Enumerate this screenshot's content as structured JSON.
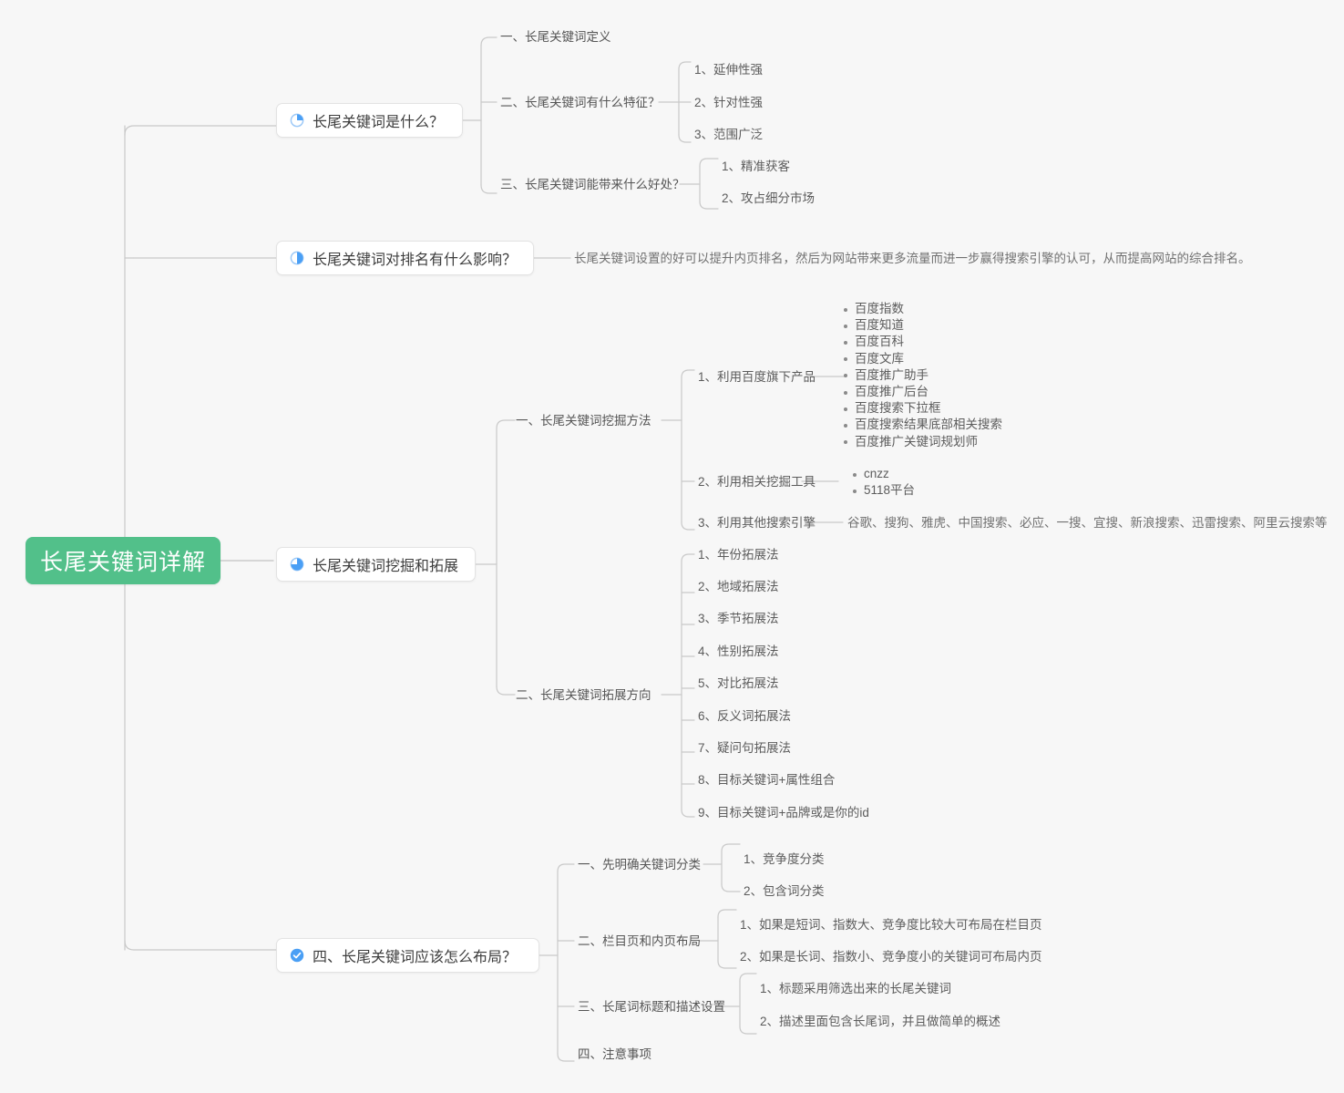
{
  "theme": {
    "background": "#f7f7f7",
    "root_fill": "#52c08a",
    "root_text": "#ffffff",
    "node_fill": "#ffffff",
    "node_border": "#e3e3e3",
    "wire": "#c9c9c9",
    "text": "#595959",
    "icon_blue": "#4a9ff5",
    "icon_blue_light": "#9dc9f7"
  },
  "root": {
    "label": "长尾关键词详解"
  },
  "branches": [
    {
      "id": "what-is",
      "icon": "pie-quarter-icon",
      "label": "长尾关键词是什么？",
      "children": [
        {
          "label": "一、长尾关键词定义",
          "children": []
        },
        {
          "label": "二、长尾关键词有什么特征？",
          "children": [
            {
              "label": "1、延伸性强"
            },
            {
              "label": "2、针对性强"
            },
            {
              "label": "3、范围广泛"
            }
          ]
        },
        {
          "label": "三、长尾关键词能带来什么好处？",
          "children": [
            {
              "label": "1、精准获客"
            },
            {
              "label": "2、攻占细分市场"
            }
          ]
        }
      ]
    },
    {
      "id": "ranking-effect",
      "icon": "pie-half-icon",
      "label": "长尾关键词对排名有什么影响？",
      "children": [
        {
          "label": "长尾关键词设置的好可以提升内页排名，然后为网站带来更多流量而进一步赢得搜索引擎的认可，从而提高网站的综合排名。"
        }
      ]
    },
    {
      "id": "mining-expansion",
      "icon": "pie-three-quarter-icon",
      "label": "长尾关键词挖掘和拓展",
      "children": [
        {
          "label": "一、长尾关键词挖掘方法",
          "children": [
            {
              "label": "1、利用百度旗下产品",
              "bullets": [
                "百度指数",
                "百度知道",
                "百度百科",
                "百度文库",
                "百度推广助手",
                "百度推广后台",
                "百度搜索下拉框",
                "百度搜索结果底部相关搜索",
                "百度推广关键词规划师"
              ]
            },
            {
              "label": "2、利用相关挖掘工具",
              "bullets": [
                "cnzz",
                "5118平台"
              ]
            },
            {
              "label": "3、利用其他搜索引擎",
              "note": "谷歌、搜狗、雅虎、中国搜索、必应、一搜、宜搜、新浪搜索、迅雷搜索、阿里云搜索等"
            }
          ]
        },
        {
          "label": "二、长尾关键词拓展方向",
          "children": [
            {
              "label": "1、年份拓展法"
            },
            {
              "label": "2、地域拓展法"
            },
            {
              "label": "3、季节拓展法"
            },
            {
              "label": "4、性别拓展法"
            },
            {
              "label": "5、对比拓展法"
            },
            {
              "label": "6、反义词拓展法"
            },
            {
              "label": "7、疑问句拓展法"
            },
            {
              "label": "8、目标关键词+属性组合"
            },
            {
              "label": "9、目标关键词+品牌或是你的id"
            }
          ]
        }
      ]
    },
    {
      "id": "layout",
      "icon": "check-circle-icon",
      "label": "四、长尾关键词应该怎么布局？",
      "children": [
        {
          "label": "一、先明确关键词分类",
          "children": [
            {
              "label": "1、竞争度分类"
            },
            {
              "label": "2、包含词分类"
            }
          ]
        },
        {
          "label": "二、栏目页和内页布局",
          "children": [
            {
              "label": "1、如果是短词、指数大、竞争度比较大可布局在栏目页"
            },
            {
              "label": "2、如果是长词、指数小、竞争度小的关键词可布局内页"
            }
          ]
        },
        {
          "label": "三、长尾词标题和描述设置",
          "children": [
            {
              "label": "1、标题采用筛选出来的长尾关键词"
            },
            {
              "label": "2、描述里面包含长尾词，并且做简单的概述"
            }
          ]
        },
        {
          "label": "四、注意事项",
          "children": []
        }
      ]
    }
  ]
}
